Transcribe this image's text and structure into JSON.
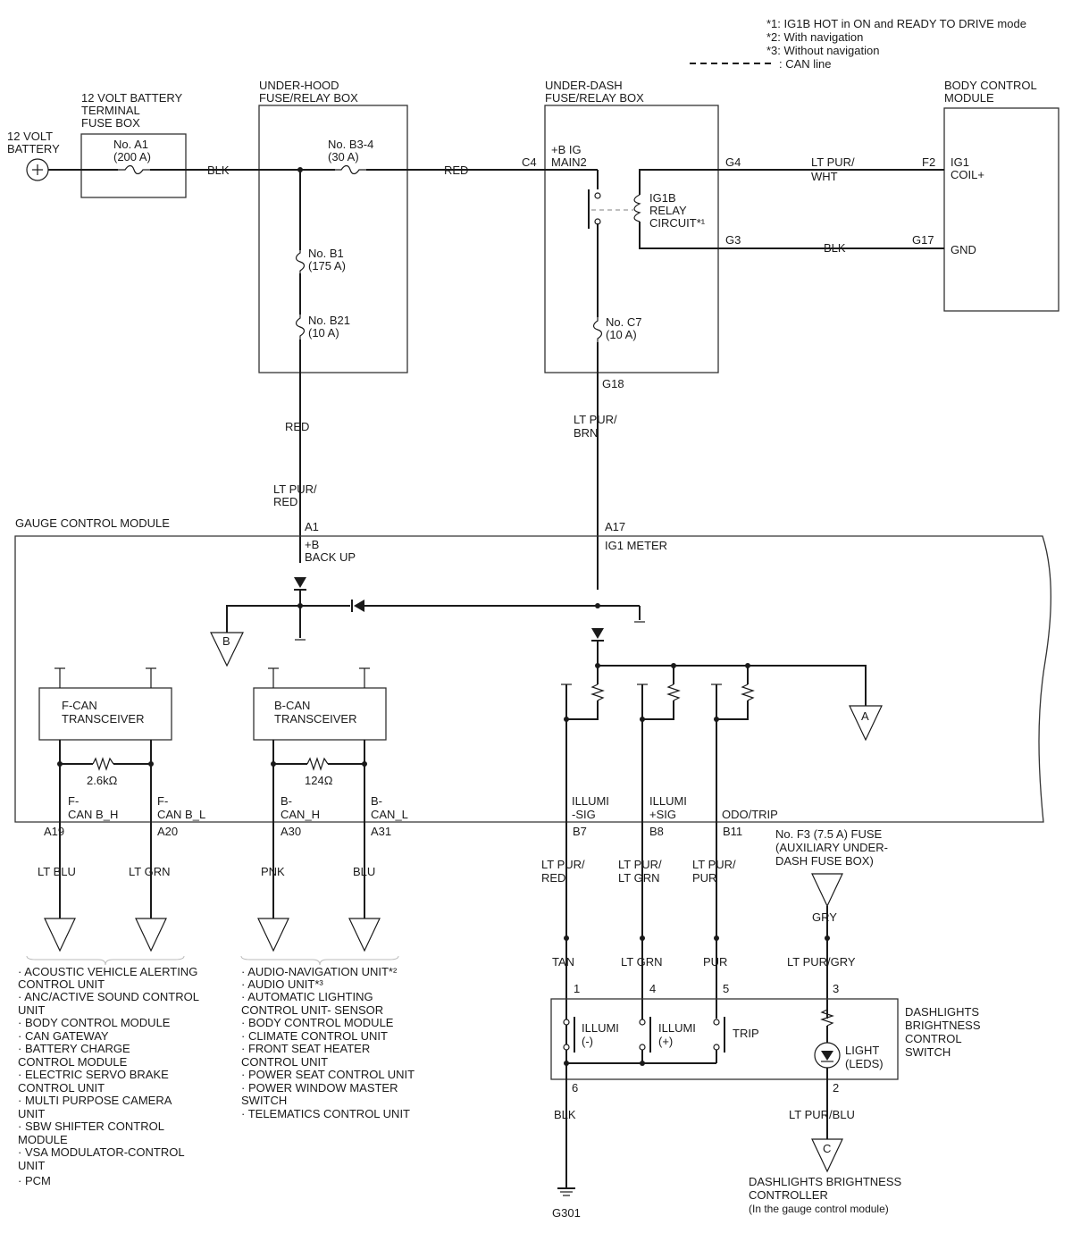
{
  "legend": {
    "note1": "*1: IG1B HOT in ON and READY TO DRIVE mode",
    "note2": "*2: With navigation",
    "note3": "*3: Without navigation",
    "can_line": ": CAN line"
  },
  "battery": {
    "label_1": "12 VOLT",
    "label_2": "BATTERY"
  },
  "terminal_fuse_box": {
    "title_1": "12 VOLT BATTERY",
    "title_2": "TERMINAL",
    "title_3": "FUSE BOX",
    "fuse_name": "No. A1",
    "fuse_rating": "(200 A)"
  },
  "under_hood_box": {
    "title_1": "UNDER-HOOD",
    "title_2": "FUSE/RELAY BOX",
    "fuse_b34_name": "No. B3-4",
    "fuse_b34_rating": "(30 A)",
    "fuse_b1_name": "No. B1",
    "fuse_b1_rating": "(175 A)",
    "fuse_b21_name": "No. B21",
    "fuse_b21_rating": "(10 A)"
  },
  "under_dash_box": {
    "title_1": "UNDER-DASH",
    "title_2": "FUSE/RELAY BOX",
    "main2_1": "+B IG",
    "main2_2": "MAIN2",
    "relay_1": "IG1B",
    "relay_2": "RELAY",
    "relay_3": "CIRCUIT*¹",
    "fuse_c7_name": "No. C7",
    "fuse_c7_rating": "(10 A)"
  },
  "bcm": {
    "title_1": "BODY CONTROL",
    "title_2": "MODULE",
    "ig1_1": "IG1",
    "ig1_2": "COIL+",
    "gnd": "GND"
  },
  "wires": {
    "blk_battery": "BLK",
    "red_hood": "RED",
    "lt_pur_wht_1": "LT PUR/",
    "lt_pur_wht_2": "WHT",
    "blk_g3": "BLK",
    "red_down": "RED",
    "lt_pur_red_1": "LT PUR/",
    "lt_pur_red_2": "RED",
    "lt_pur_brn_1": "LT PUR/",
    "lt_pur_brn_2": "BRN",
    "lt_blu": "LT BLU",
    "lt_grn": "LT GRN",
    "pnk": "PNK",
    "blu": "BLU",
    "b7_wire_1": "LT PUR/",
    "b7_wire_2": "RED",
    "b8_wire_1": "LT PUR/",
    "b8_wire_2": "LT GRN",
    "b11_wire_1": "LT PUR/",
    "b11_wire_2": "PUR",
    "gry": "GRY",
    "tan": "TAN",
    "lt_grn_sw": "LT GRN",
    "pur_sw": "PUR",
    "lt_pur_gry": "LT PUR/GRY",
    "blk_ground": "BLK",
    "lt_pur_blu": "LT PUR/BLU"
  },
  "connectors": {
    "c4": "C4",
    "g4": "G4",
    "f2": "F2",
    "g3": "G3",
    "g17": "G17",
    "g18": "G18",
    "a1": "A1",
    "a17": "A17",
    "a19": "A19",
    "a20": "A20",
    "a30": "A30",
    "a31": "A31",
    "b7": "B7",
    "b8": "B8",
    "b11": "B11"
  },
  "gauge_module": {
    "title": "GAUGE CONTROL MODULE",
    "backup_1": "+B",
    "backup_2": "BACK UP",
    "ig1_meter": "IG1 METER",
    "fcan_1": "F-CAN",
    "fcan_2": "TRANSCEIVER",
    "bcan_1": "B-CAN",
    "bcan_2": "TRANSCEIVER",
    "res_fcan": "2.6kΩ",
    "res_bcan": "124Ω",
    "fcanh_1": "F-",
    "fcanh_2": "CAN B_H",
    "fcanl_1": "F-",
    "fcanl_2": "CAN B_L",
    "bcanh_1": "B-",
    "bcanh_2": "CAN_H",
    "bcanl_1": "B-",
    "bcanl_2": "CAN_L",
    "illumi_sig_1": "ILLUMI",
    "illumi_sig_2": "-SIG",
    "illumi_psig_1": "ILLUMI",
    "illumi_psig_2": "+SIG",
    "odo_trip": "ODO/TRIP",
    "tri_a": "A",
    "tri_b": "B"
  },
  "f3_fuse": {
    "line_1": "No. F3 (7.5 A) FUSE",
    "line_2": "(AUXILIARY UNDER-",
    "line_3": "DASH FUSE BOX)"
  },
  "dash_switch": {
    "title_1": "DASHLIGHTS",
    "title_2": "BRIGHTNESS",
    "title_3": "CONTROL",
    "title_4": "SWITCH",
    "pin1": "1",
    "pin4": "4",
    "pin5": "5",
    "pin3": "3",
    "pin6": "6",
    "pin2": "2",
    "illumi_minus_1": "ILLUMI",
    "illumi_minus_2": "(-)",
    "illumi_plus_1": "ILLUMI",
    "illumi_plus_2": "(+)",
    "trip": "TRIP",
    "light_1": "LIGHT",
    "light_2": "(LEDS)"
  },
  "ground": {
    "name": "G301"
  },
  "controller": {
    "tri_c": "C",
    "line_1": "DASHLIGHTS BRIGHTNESS",
    "line_2": "CONTROLLER",
    "line_3": "(In the gauge control module)"
  },
  "fcan_list": [
    "· ACOUSTIC VEHICLE ALERTING",
    "CONTROL UNIT",
    "· ANC/ACTIVE SOUND CONTROL",
    "UNIT",
    "· BODY CONTROL MODULE",
    "· CAN GATEWAY",
    "· BATTERY CHARGE",
    "CONTROL MODULE",
    "· ELECTRIC SERVO BRAKE",
    "CONTROL UNIT",
    "· MULTI PURPOSE CAMERA",
    "UNIT",
    "· SBW SHIFTER CONTROL",
    "MODULE",
    "· VSA MODULATOR-CONTROL",
    "UNIT",
    "· PCM"
  ],
  "bcan_list": [
    "· AUDIO-NAVIGATION UNIT*²",
    "· AUDIO UNIT*³",
    "· AUTOMATIC LIGHTING",
    "CONTROL UNIT- SENSOR",
    "· BODY CONTROL MODULE",
    "· CLIMATE CONTROL UNIT",
    "· FRONT SEAT HEATER",
    "CONTROL UNIT",
    "· POWER SEAT CONTROL UNIT",
    "· POWER WINDOW MASTER",
    "SWITCH",
    "· TELEMATICS CONTROL UNIT"
  ]
}
